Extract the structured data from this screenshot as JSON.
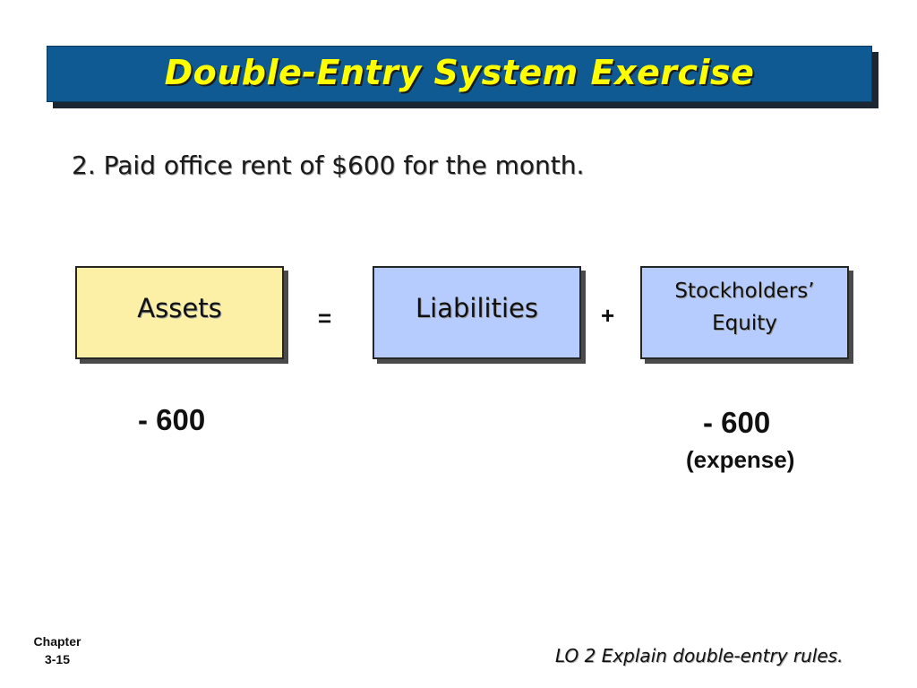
{
  "slide": {
    "title": "Double-Entry System Exercise",
    "question": "2.  Paid office rent of $600 for the month."
  },
  "equation": {
    "assets_label": "Assets",
    "equals_sign": "=",
    "liabilities_label": "Liabilities",
    "plus_sign": "+",
    "equity_label_line1": "Stockholders’",
    "equity_label_line2": "Equity"
  },
  "values": {
    "assets_change": "- 600",
    "equity_change": "- 600",
    "equity_note": "(expense)"
  },
  "footer": {
    "chapter_label": "Chapter",
    "page_number": "3-15",
    "learning_objective": "LO 2  Explain double-entry rules."
  },
  "colors": {
    "title_background": "#0f5a92",
    "title_text": "#ffff00",
    "assets_fill": "#fbf0a6",
    "liabilities_fill": "#b6ccff",
    "equity_fill": "#b6ccff"
  }
}
